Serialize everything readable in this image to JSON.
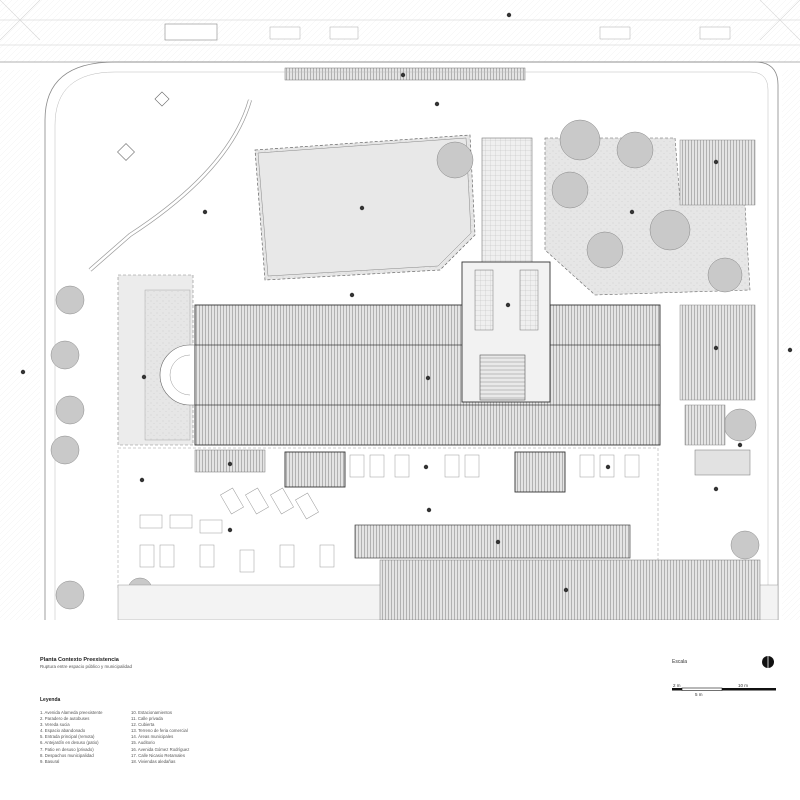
{
  "title": "Planta Contexto Preexistencia",
  "subtitle": "Ruptura entre espacio público y municipalidad",
  "legend_heading": "Leyenda",
  "legend_col1": [
    "1. Avenida Alameda preexistente",
    "2. Paradero de autobuses",
    "3. Vereda sucia",
    "4. Espacio abandonado",
    "5. Entrada principal (remota)",
    "6. Antejardín en desuso (patio)",
    "7. Patio en desuso (privado)",
    "8. Despachos municipalidad",
    "9. Basural"
  ],
  "legend_col2": [
    "10. Estacionamientos",
    "11. Calle privada",
    "12. Cubierta",
    "13. Terreno de feria comercial",
    "14. Áreas municipales",
    "15. Auditorio",
    "16. Avenida Gómez Rodríguez",
    "17. Calle Nicasio Retamales",
    "18. Viviendas aledañas"
  ],
  "scale": {
    "label": "Escala",
    "tick_0": "2 m",
    "tick_mid": "5 m",
    "tick_end": "10 m"
  },
  "colors": {
    "line": "#555555",
    "light_line": "#bbbbbb",
    "hatch_fill": "#dcdcdc",
    "vegetation": "#e3e3e3",
    "tree": "#c9c9c9"
  }
}
